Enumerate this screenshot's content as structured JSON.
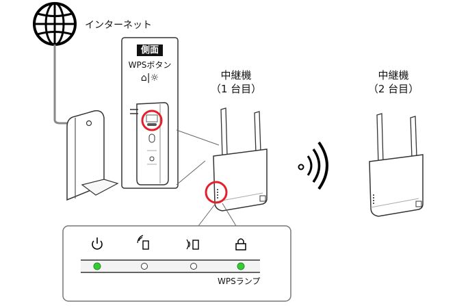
{
  "internet": {
    "label": "インターネット"
  },
  "side_panel": {
    "tag": "側面",
    "button_label": "WPSボタン",
    "icon_caption": "⌂|☼"
  },
  "repeaters": [
    {
      "title": "中継機",
      "subtitle": "（1 台目）"
    },
    {
      "title": "中継機",
      "subtitle": "（2 台目）"
    }
  ],
  "lamp_panel": {
    "lamps": [
      {
        "icon": "power-icon",
        "state": "green"
      },
      {
        "icon": "wireless-device-icon",
        "state": "off"
      },
      {
        "icon": "phone-wave-icon",
        "state": "off"
      },
      {
        "icon": "lock-icon",
        "state": "green"
      }
    ],
    "wps_lamp_label": "WPSランプ"
  },
  "colors": {
    "highlight": "#e3202a",
    "lamp_on": "#33cc33",
    "panel_bg": "#f3f3f3"
  }
}
